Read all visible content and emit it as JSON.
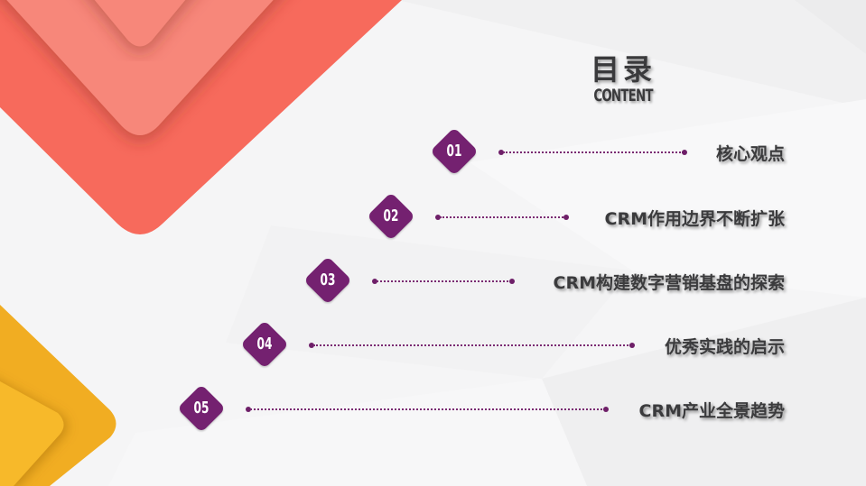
{
  "header": {
    "title": "目录",
    "subtitle": "CONTENT"
  },
  "toc": {
    "items": [
      {
        "number": "01",
        "label": "核心观点"
      },
      {
        "number": "02",
        "label": "CRM作用边界不断扩张"
      },
      {
        "number": "03",
        "label": "CRM构建数字营销基盘的探索"
      },
      {
        "number": "04",
        "label": "优秀实践的启示"
      },
      {
        "number": "05",
        "label": "CRM产业全景趋势"
      }
    ]
  },
  "colors": {
    "background": "#f5f5f6",
    "accent_purple": "#742170",
    "coral_outer": "#f76a5c",
    "coral_inner": "#f7877a",
    "yellow": "#f5b324",
    "text_dark": "#3b3b3d"
  }
}
